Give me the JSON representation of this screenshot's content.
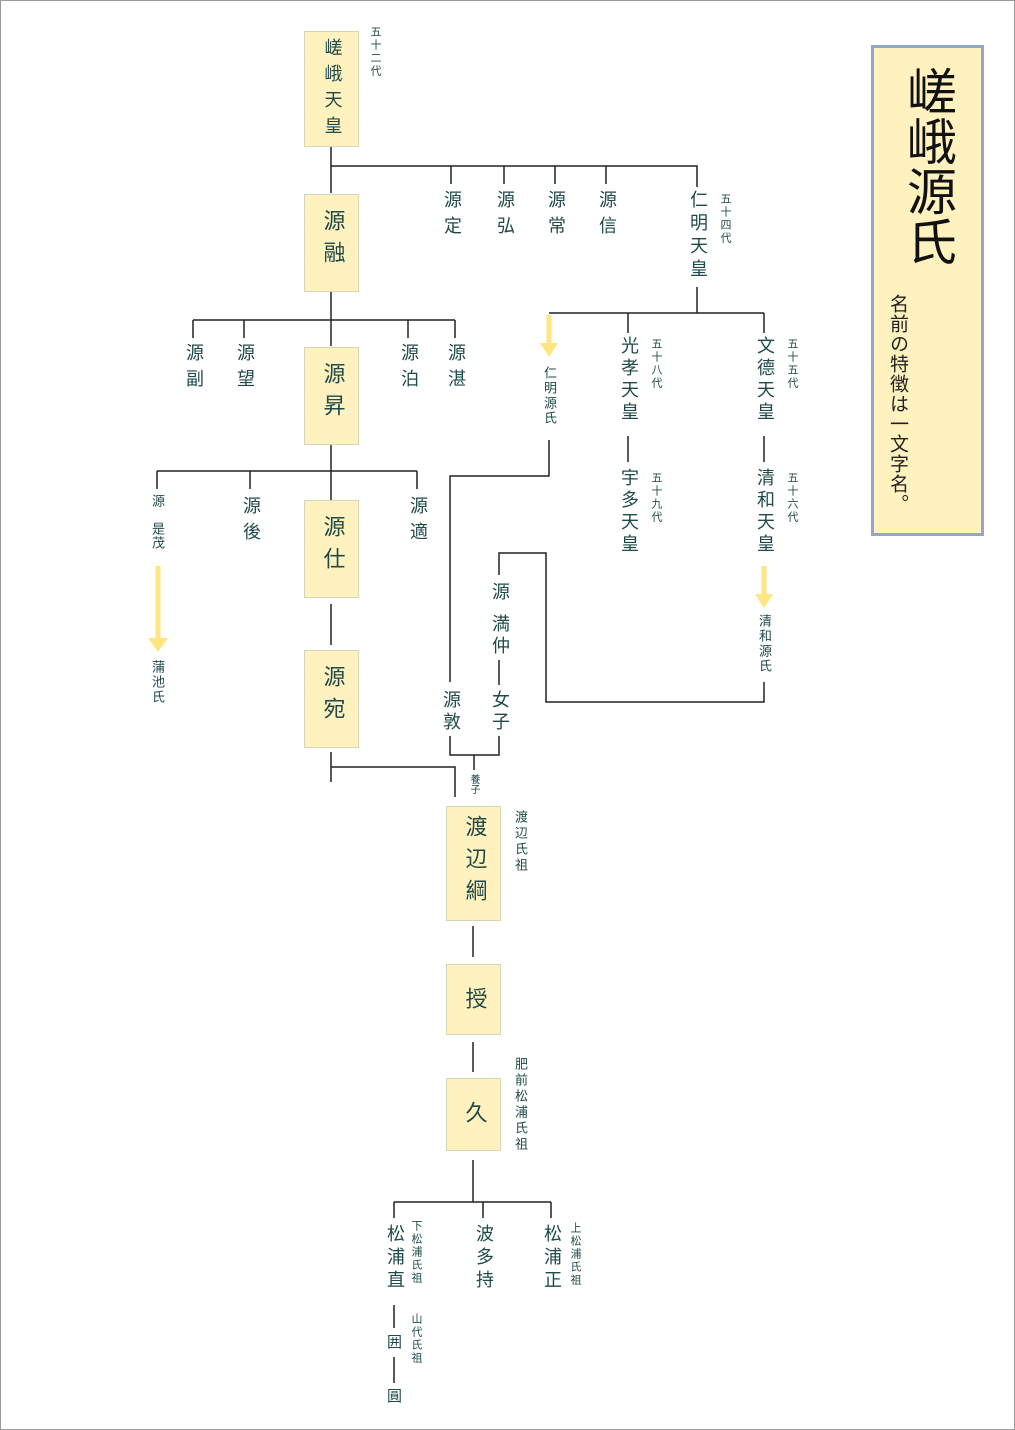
{
  "title": "嵯峨源氏",
  "subtitle": "名前の特徴は一文字名。",
  "nodes": {
    "saga": "嵯峨天皇",
    "saga_gen": "五十二代",
    "toru": "源融",
    "sadamu": "源定",
    "hiromu": "源弘",
    "tokiwa": "源常",
    "makoto": "源信",
    "ninmyo": "仁明天皇",
    "ninmyo_gen": "五十四代",
    "soe": "源副",
    "nozomu": "源望",
    "noboru": "源昇",
    "tomaru": "源泊",
    "tatau": "源湛",
    "koremochi_a": "源",
    "koremochi_b": "是茂",
    "nochi": "源後",
    "tsukau": "源仕",
    "kanau": "源適",
    "kamachi": "蒲池氏",
    "ataru": "源宛",
    "ninmyo_genji": "仁明源氏",
    "koko": "光孝天皇",
    "koko_gen": "五十八代",
    "uda": "宇多天皇",
    "uda_gen": "五十九代",
    "montoku": "文德天皇",
    "montoku_gen": "五十五代",
    "seiwa": "清和天皇",
    "seiwa_gen": "五十六代",
    "seiwa_genji": "清和源氏",
    "mitsunaka_a": "源",
    "mitsunaka_b": "満仲",
    "atsushi": "源敦",
    "joshi": "女子",
    "yoshi": "養子",
    "tsuna": "渡辺綱",
    "tsuna_note": "渡辺氏祖",
    "sazuku": "授",
    "hisashi": "久",
    "hisashi_note": "肥前松浦氏祖",
    "nao": "松浦直",
    "nao_note": "下松浦氏祖",
    "nao_note2": "山代氏祖",
    "tamotsu": "波多持",
    "tadashi": "松浦正",
    "tadashi_note": "上松浦氏祖",
    "kakomu": "囲",
    "madoka": "圓"
  },
  "colors": {
    "box_fill": "#fff2bf",
    "title_border": "#8fa8cc",
    "arrow": "#ffe680",
    "text": "#1f4a4a"
  }
}
